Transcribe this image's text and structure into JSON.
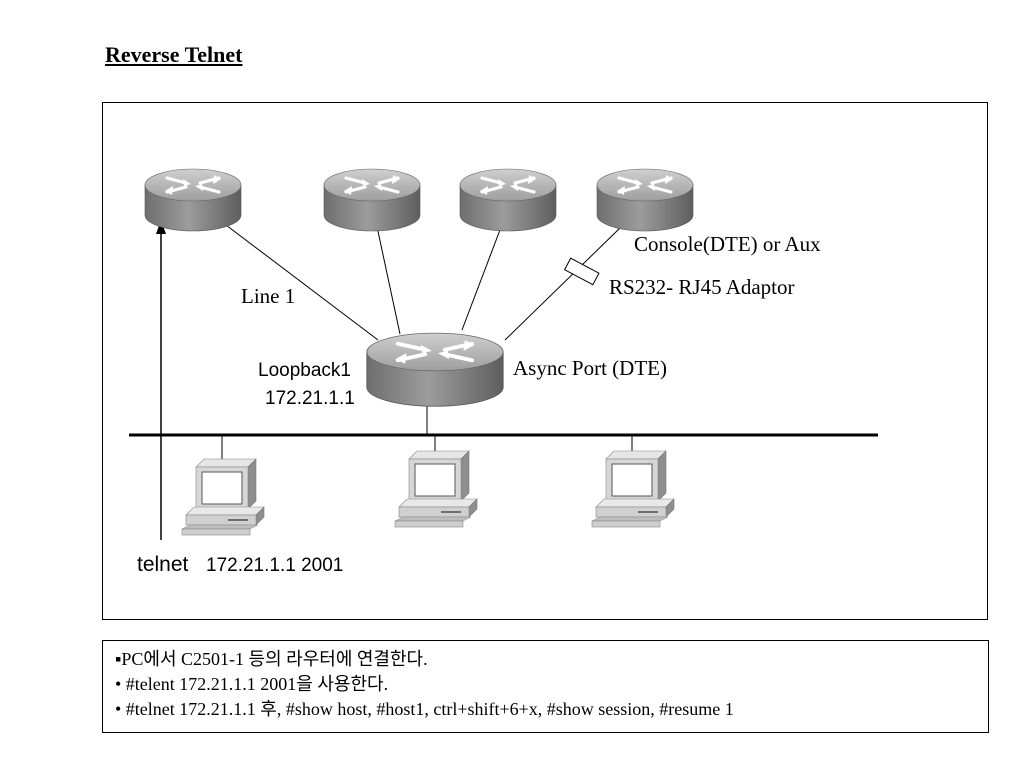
{
  "title": "Reverse Telnet",
  "diagram": {
    "label_console": "Console(DTE) or Aux",
    "label_adaptor": "RS232- RJ45 Adaptor",
    "label_line1": "Line 1",
    "label_async": "Async Port (DTE)",
    "label_loopback_name": "Loopback1",
    "label_loopback_ip": "172.21.1.1",
    "telnet_cmd": "telnet",
    "telnet_args": "172.21.1.1 2001"
  },
  "notes": [
    "▪PC에서 C2501-1 등의 라우터에 연결한다.",
    "• #telent 172.21.1.1 2001을 사용한다.",
    "• #telnet 172.21.1.1 후, #show host, #host1, ctrl+shift+6+x, #show session, #resume 1"
  ],
  "colors": {
    "router_top": "#b5b5b5",
    "router_side": "#7a7a7a",
    "pc_body": "#d4d4d4",
    "pc_shadow": "#9a9a9a"
  }
}
